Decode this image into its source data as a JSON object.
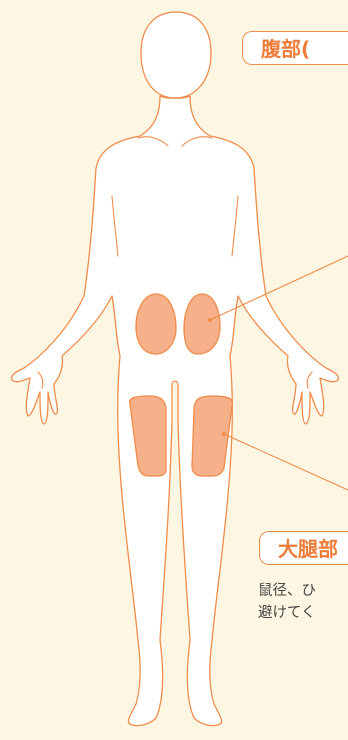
{
  "labels": {
    "abdomen": "腹部(",
    "thigh": "大腿部"
  },
  "note": {
    "line1": "鼠径、ひ",
    "line2": "避けてく"
  },
  "colors": {
    "background": "#fdf6e3",
    "outline": "#f08c4a",
    "site_fill": "#f6b08a",
    "label_text": "#ee7d3a"
  }
}
